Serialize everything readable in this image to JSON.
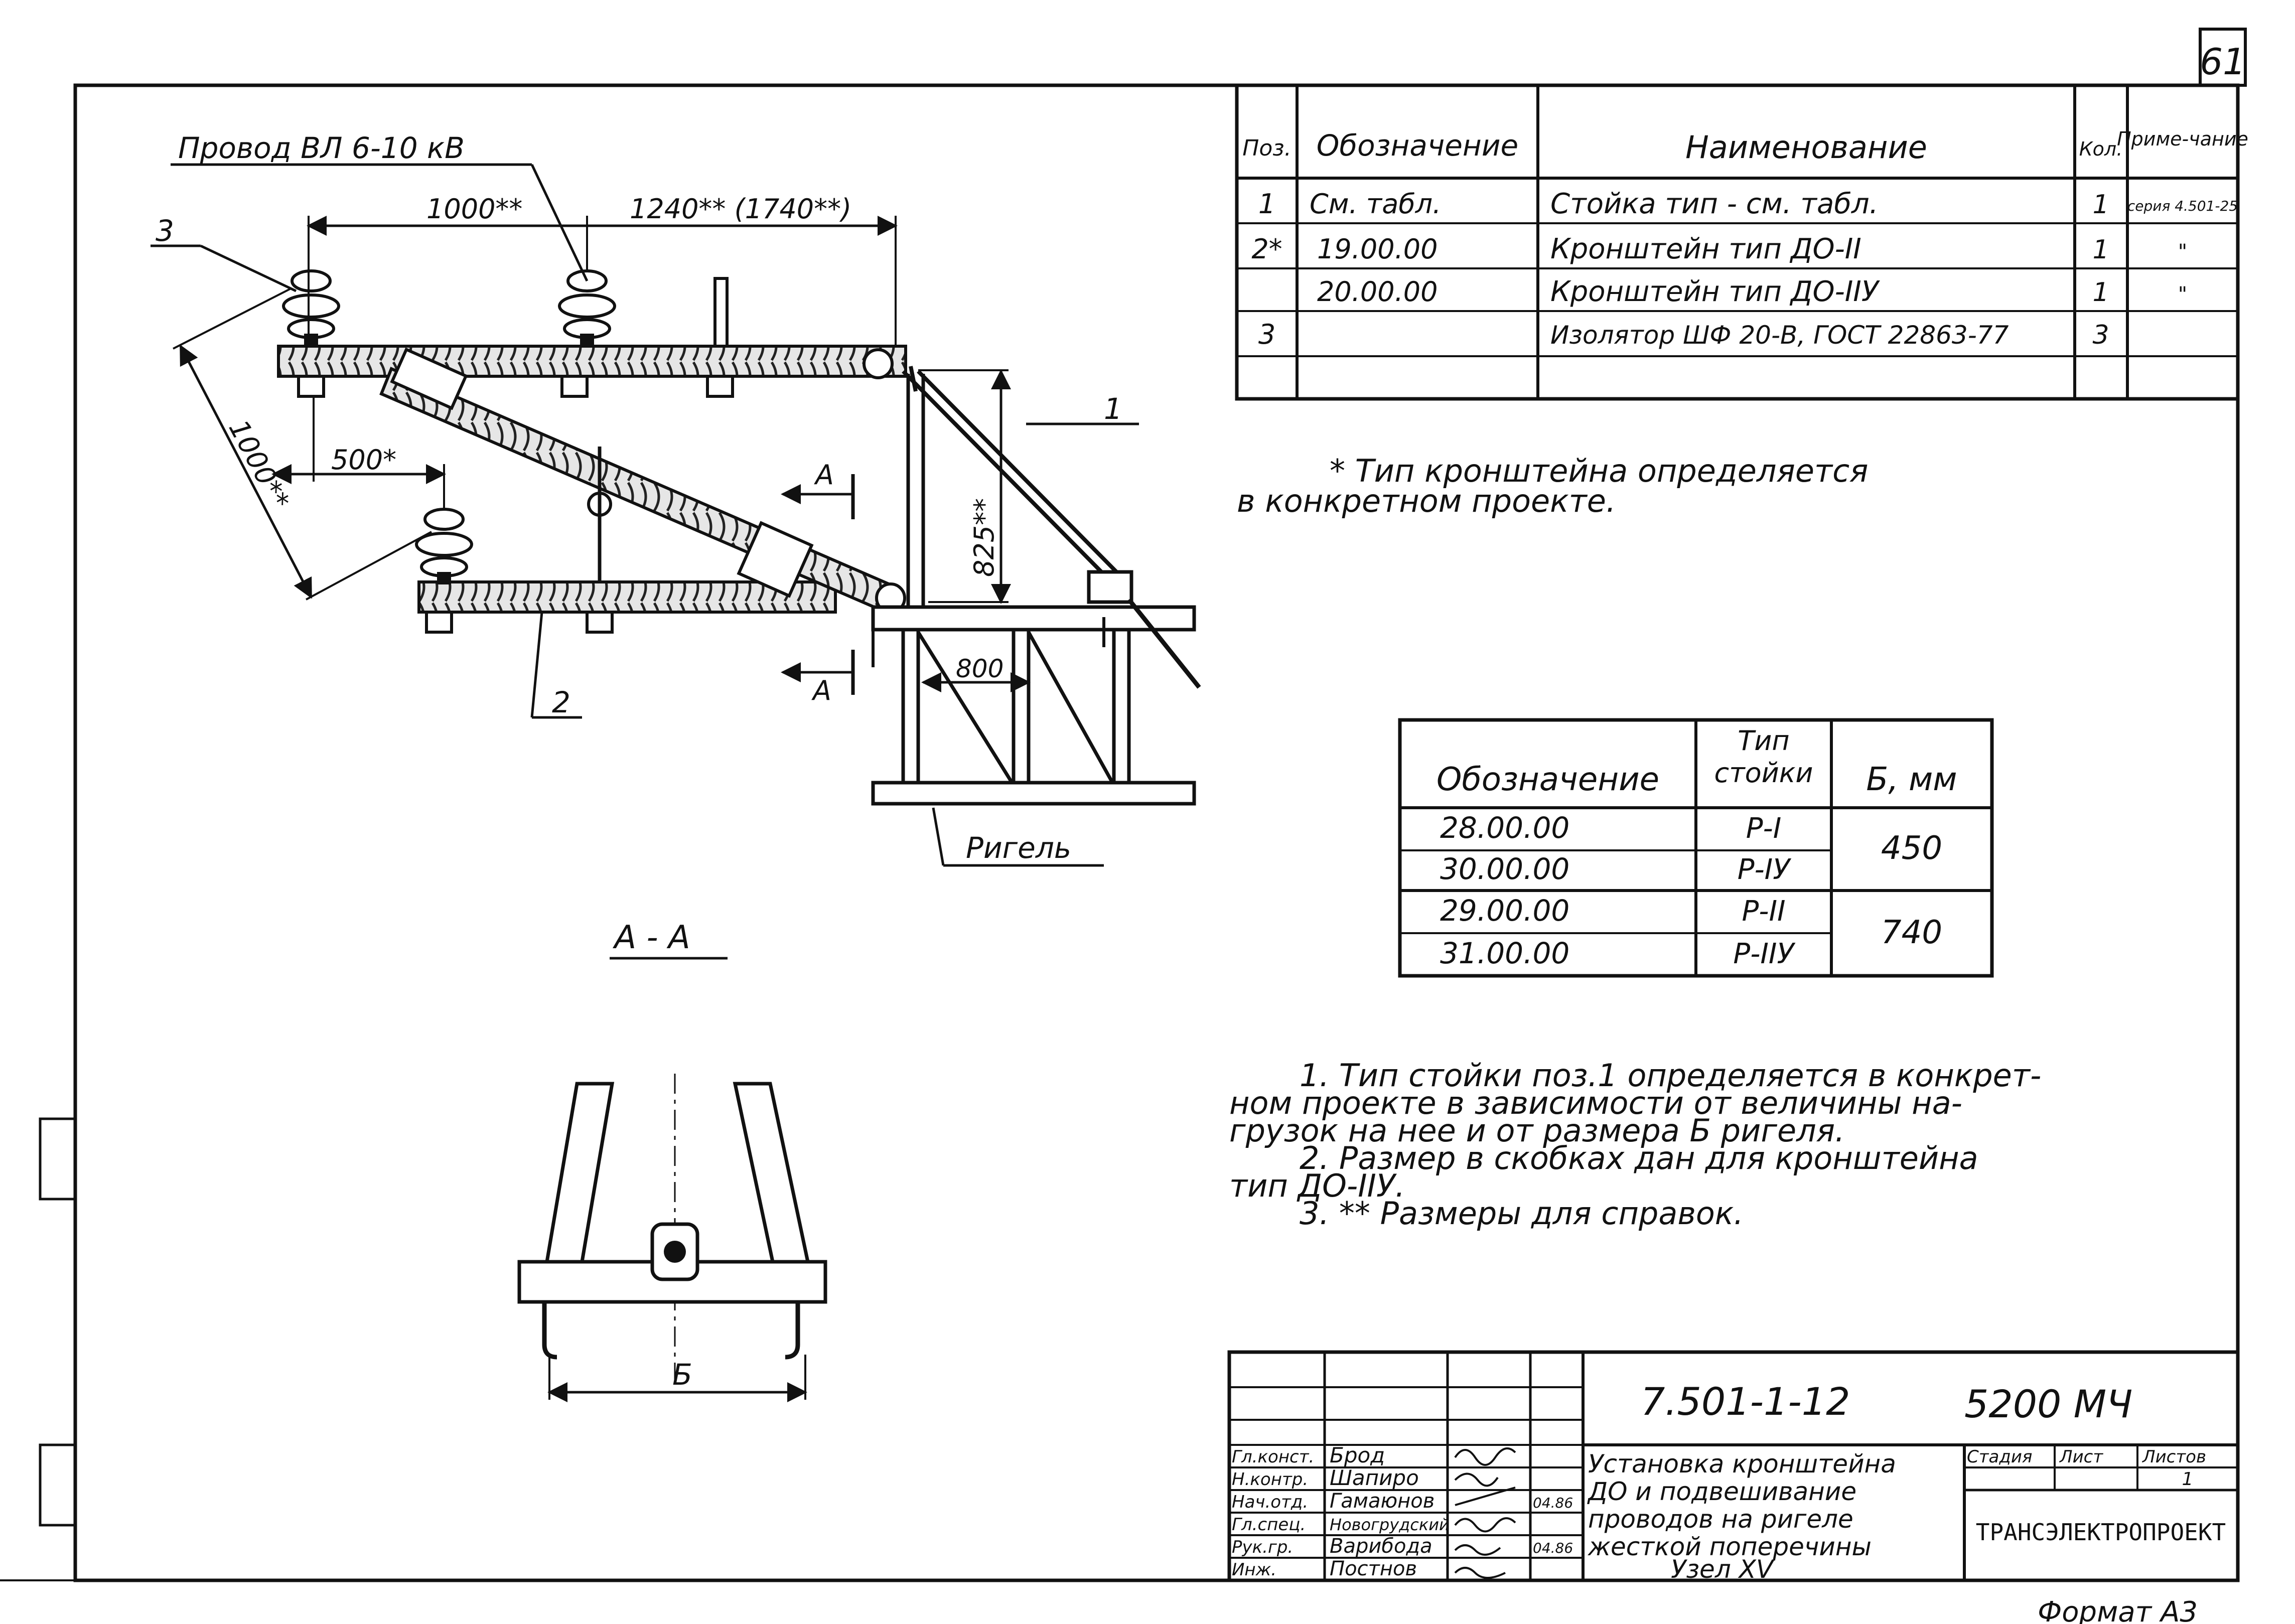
{
  "sheet": {
    "page_number": "61",
    "format": "Формат А3"
  },
  "drawing": {
    "wire_label": "Провод ВЛ 6-10 кВ",
    "dim_top_left": "1000**",
    "dim_top_right": "1240** (1740**)",
    "dim_diagonal": "1000**",
    "dim_500": "500*",
    "dim_825": "825**",
    "dim_800": "800",
    "pos_labels": [
      "1",
      "2",
      "3"
    ],
    "section_mark": "А",
    "riegel_label": "Ригель",
    "section_title": "А - А",
    "dim_b": "Б"
  },
  "spec_table": {
    "headers": [
      "Поз.",
      "Обозначение",
      "Наименование",
      "Кол.",
      "Приме-чание"
    ],
    "rows": [
      [
        "1",
        "См. табл.",
        "Стойка тип - см. табл.",
        "1",
        "серия 4.501-25"
      ],
      [
        "2*",
        "19.00.00",
        "Кронштейн тип ДО-II",
        "1",
        "\""
      ],
      [
        "",
        "20.00.00",
        "Кронштейн тип ДО-IIУ",
        "1",
        "\""
      ],
      [
        "3",
        "",
        "Изолятор ШФ 20-В, ГОСТ 22863-77",
        "3",
        ""
      ],
      [
        "",
        "",
        "",
        "",
        ""
      ]
    ]
  },
  "note_star": [
    "* Тип кронштейна определяется",
    "в конкретном проекте."
  ],
  "type_table": {
    "headers": [
      "Обозначение",
      "Тип стойки",
      "Б, мм"
    ],
    "rows": [
      [
        "28.00.00",
        "Р-I"
      ],
      [
        "30.00.00",
        "Р-IУ"
      ],
      [
        "29.00.00",
        "Р-II"
      ],
      [
        "31.00.00",
        "Р-IIУ"
      ]
    ],
    "b_values": [
      "450",
      "740"
    ]
  },
  "notes": [
    "1. Тип стойки поз.1 определяется в конкрет-",
    "ном проекте в зависимости от величины на-",
    "грузок на нее и от размера Б ригеля.",
    "2. Размер в скобках дан для кронштейна",
    "тип ДО-IIУ.",
    "3. ** Размеры для справок."
  ],
  "title_block": {
    "doc_code": "7.501-1-12",
    "doc_suffix": "5200 МЧ",
    "roles": [
      "Гл.конст.",
      "Н.контр.",
      "Нач.отд.",
      "Гл.спец.",
      "Рук.гр.",
      "Инж."
    ],
    "names": [
      "Брод",
      "Шапиро",
      "Гамаюнов",
      "Новогрудский",
      "Варибода",
      "Постнов"
    ],
    "dates": [
      "",
      "",
      "04.86",
      "",
      "04.86",
      ""
    ],
    "title_lines": [
      "Установка кронштейна",
      "ДО и подвешивание",
      "проводов на ригеле",
      "жесткой поперечины",
      "Узел XV"
    ],
    "stage_headers": [
      "Стадия",
      "Лист",
      "Листов"
    ],
    "stage_values": [
      "",
      "",
      "1"
    ],
    "organization": "ТРАНСЭЛЕКТРОПРОЕКТ"
  }
}
